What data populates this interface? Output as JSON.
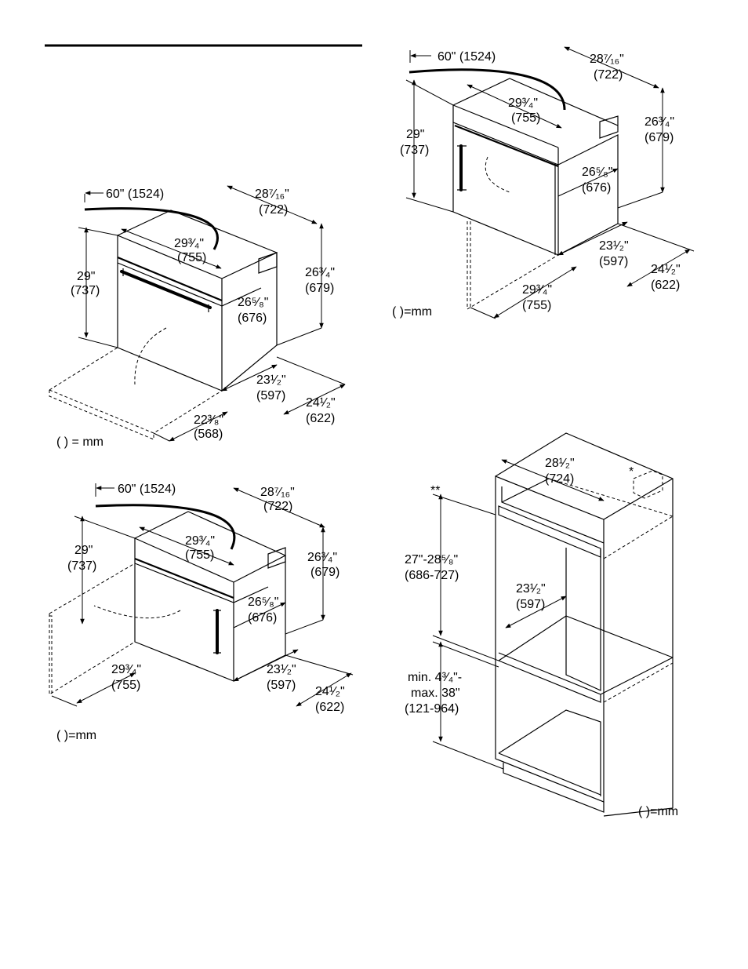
{
  "unit_note_a": "( ) = mm",
  "unit_note_b": "( )=mm",
  "unit_note_c": "( )=mm",
  "unit_note_d": "( )=mm",
  "fig_a": {
    "cord": "60\" (1524)",
    "depth_total": "28⁷⁄₁₆\"",
    "depth_total_mm": "(722)",
    "width": "29³⁄₄\"",
    "width_mm": "(755)",
    "height": "29\"",
    "height_mm": "(737)",
    "side_height": "26³⁄₄\"",
    "side_height_mm": "(679)",
    "inner_height": "26⁵⁄₈\"",
    "inner_height_mm": "(676)",
    "body_depth": "23¹⁄₂\"",
    "body_depth_mm": "(597)",
    "depth": "24¹⁄₂\"",
    "depth_mm": "(622)",
    "door_open": "22³⁄₈\"",
    "door_open_mm": "(568)"
  },
  "fig_b": {
    "cord": "60\" (1524)",
    "depth_total": "28⁷⁄₁₆\"",
    "depth_total_mm": "(722)",
    "width": "29³⁄₄\"",
    "width_mm": "(755)",
    "height": "29\"",
    "height_mm": "(737)",
    "side_height": "26³⁄₄\"",
    "side_height_mm": "(679)",
    "inner_height": "26⁵⁄₈\"",
    "inner_height_mm": "(676)",
    "body_depth": "23¹⁄₂\"",
    "body_depth_mm": "(597)",
    "depth": "24¹⁄₂\"",
    "depth_mm": "(622)",
    "door_width": "29³⁄₄\"",
    "door_width_mm": "(755)"
  },
  "fig_c": {
    "cord": "60\" (1524)",
    "depth_total": "28⁷⁄₁₆\"",
    "depth_total_mm": "(722)",
    "width": "29³⁄₄\"",
    "width_mm": "(755)",
    "height": "29\"",
    "height_mm": "(737)",
    "side_height": "26³⁄₄\"",
    "side_height_mm": "(679)",
    "inner_height": "26⁵⁄₈\"",
    "inner_height_mm": "(676)",
    "body_depth": "23¹⁄₂\"",
    "body_depth_mm": "(597)",
    "depth": "24¹⁄₂\"",
    "depth_mm": "(622)",
    "door_width": "29³⁄₄\"",
    "door_width_mm": "(755)"
  },
  "fig_d": {
    "cabinet_width": "28¹⁄₂\"",
    "cabinet_width_mm": "(724)",
    "star_single": "*",
    "star_double": "**",
    "cutout_height": "27\"-28⁵⁄₈\"",
    "cutout_height_mm": "(686-727)",
    "cutout_depth": "23¹⁄₂\"",
    "cutout_depth_mm": "(597)",
    "floor_line1": "min. 4³⁄₄\"-",
    "floor_line2": "max. 38\"",
    "floor_mm": "(121-964)"
  }
}
